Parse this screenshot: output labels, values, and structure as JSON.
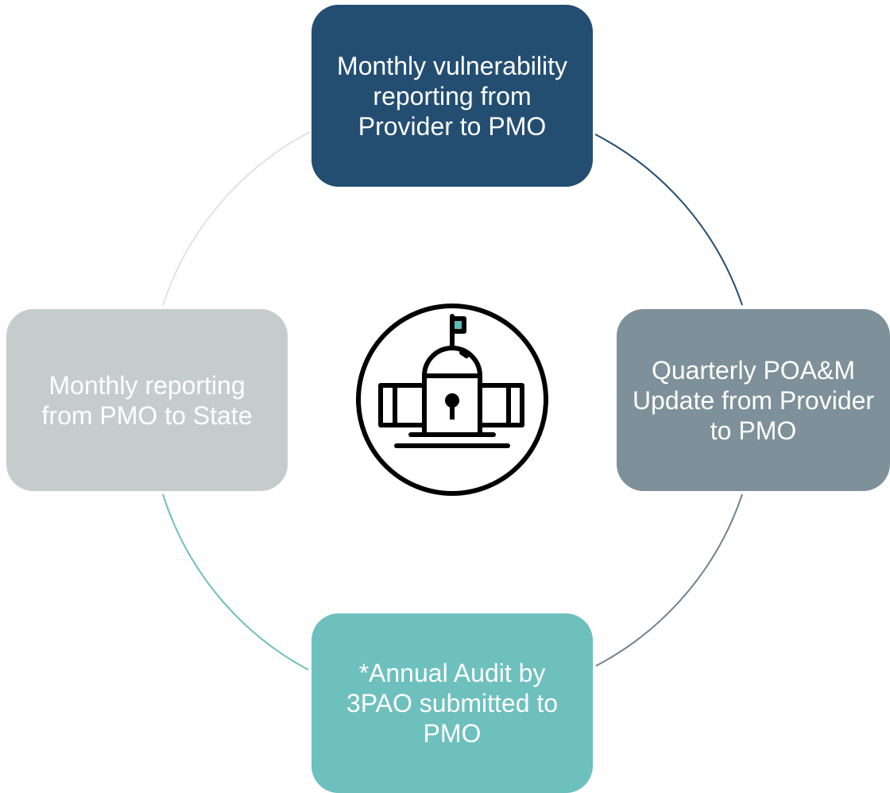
{
  "diagram": {
    "nodes": {
      "top": {
        "text": "Monthly vulnerability reporting from Provider to PMO",
        "color": "#234e72"
      },
      "right": {
        "text": "Quarterly POA&M Update from Provider to PMO",
        "color": "#7e9099"
      },
      "bottom": {
        "text": "*Annual Audit by 3PAO submitted to PMO",
        "color": "#6dc0bd"
      },
      "left": {
        "text": "Monthly reporting from PMO to State",
        "color": "#c5cdcc"
      }
    },
    "arcs": {
      "top_right": "#234e72",
      "right_bottom": "#6e8290",
      "bottom_left": "#6dc0bd",
      "left_top": "#e2e2e2"
    },
    "center_icon": {
      "name": "capitol-building-icon",
      "stroke": "#000000",
      "flag": "#5cbcb6"
    }
  }
}
